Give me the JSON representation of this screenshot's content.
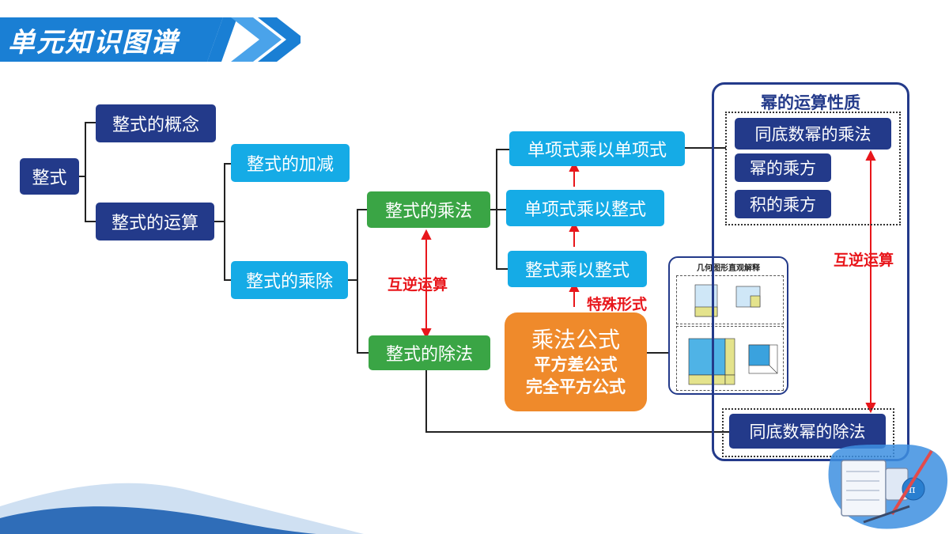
{
  "header": {
    "title": "单元知识图谱",
    "colors": {
      "banner": "#1a7fd4",
      "chevron": "#1a7fd4"
    }
  },
  "nodes": {
    "root": "整式",
    "concept": "整式的概念",
    "operation": "整式的运算",
    "add_sub": "整式的加减",
    "mul_div": "整式的乘除",
    "multiplication": "整式的乘法",
    "division": "整式的除法",
    "mono_mono": "单项式乘以单项式",
    "mono_poly": "单项式乘以整式",
    "poly_poly": "整式乘以整式",
    "formula": {
      "title": "乘法公式",
      "line1": "平方差公式",
      "line2": "完全平方公式"
    }
  },
  "power_panel": {
    "title": "幂的运算性质",
    "items": [
      "同底数幂的乘法",
      "幂的乘方",
      "积的乘方"
    ],
    "division_item": "同底数幂的除法"
  },
  "geometry_card": {
    "title": "几何图形直观解释"
  },
  "labels": {
    "inverse_left": "互逆运算",
    "inverse_right": "互逆运算",
    "special_form": "特殊形式"
  },
  "colors": {
    "navy": "#233a8a",
    "cyan": "#15abe6",
    "green": "#3aa545",
    "orange": "#ef8a2b",
    "red": "#e8161b",
    "panel_border": "#233a8a"
  }
}
